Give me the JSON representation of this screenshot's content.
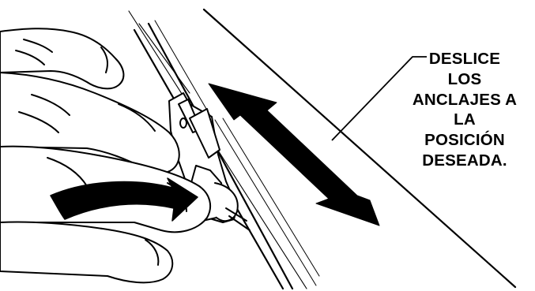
{
  "callout": {
    "lines": [
      "DESLICE",
      "LOS",
      "ANCLAJES A",
      "LA",
      "POSICIÓN",
      "DESEADA."
    ]
  },
  "colors": {
    "ink": "#000000",
    "background": "#ffffff"
  }
}
